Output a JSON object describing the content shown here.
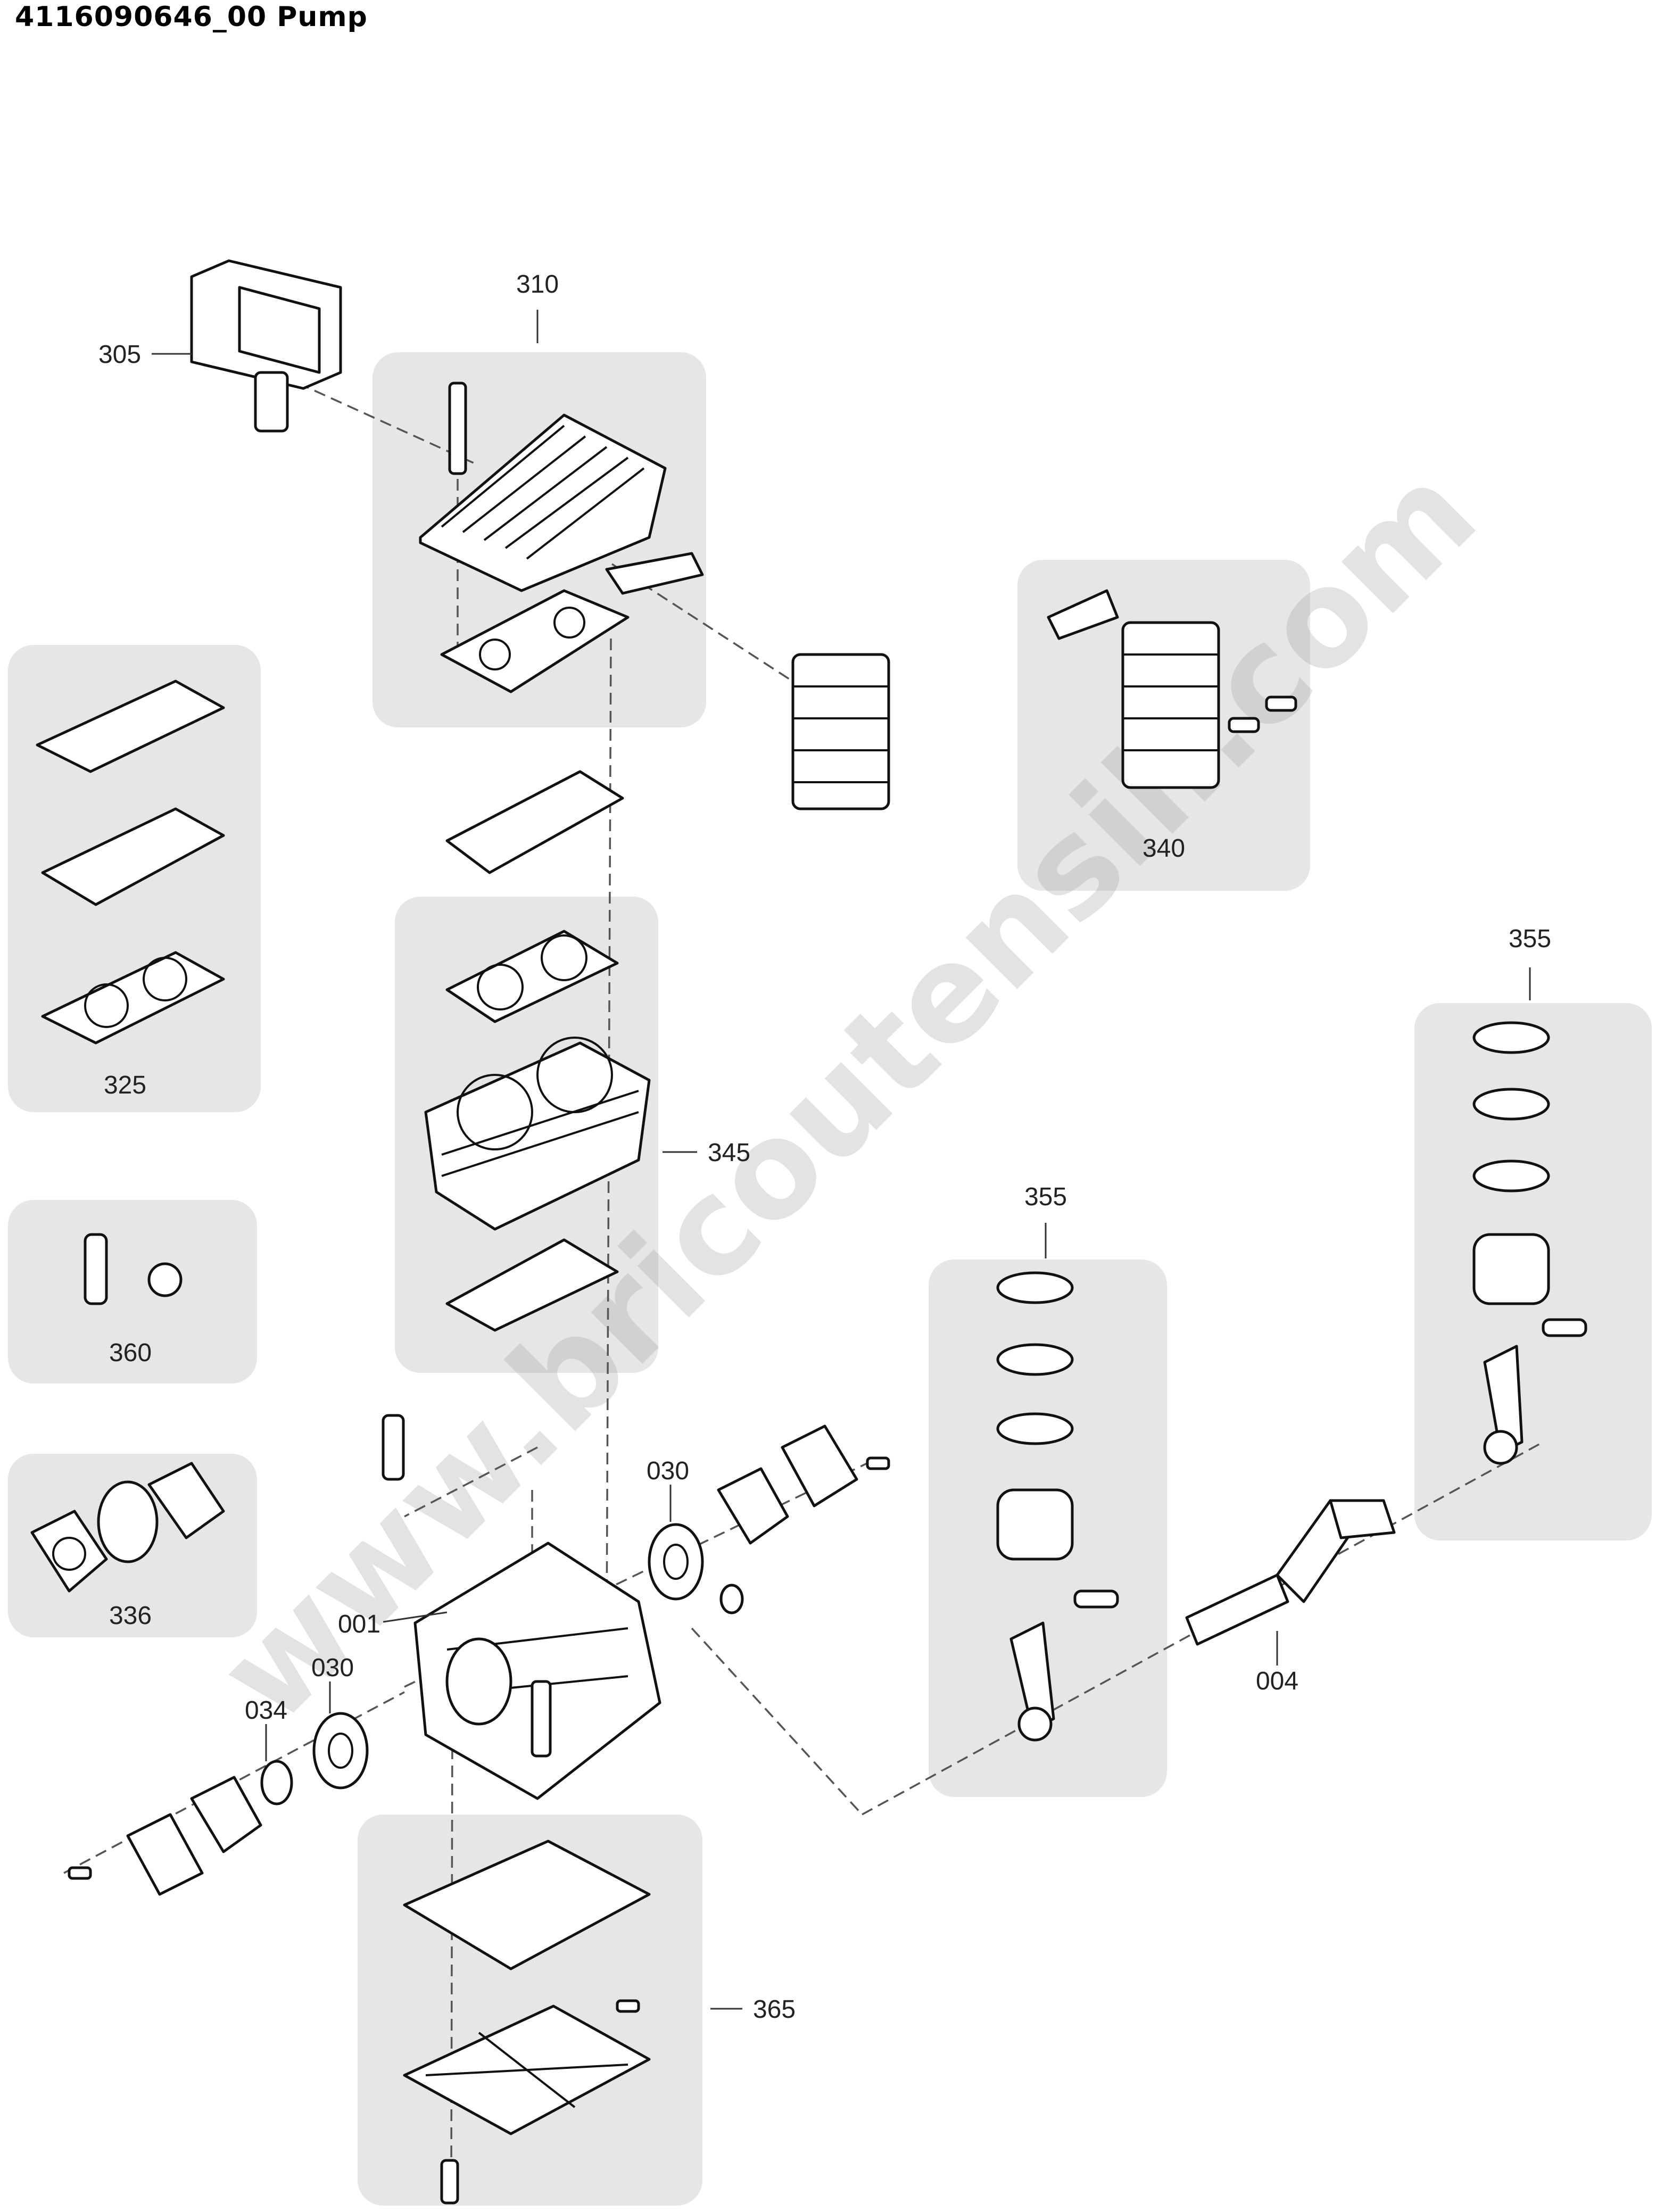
{
  "title": "4116090646_00 Pump",
  "watermark": "www.bricoutensili.com",
  "callouts": {
    "c001": "001",
    "c004": "004",
    "c030a": "030",
    "c030b": "030",
    "c034": "034",
    "c305": "305",
    "c310": "310",
    "c325": "325",
    "c336": "336",
    "c340": "340",
    "c345": "345",
    "c355a": "355",
    "c355b": "355",
    "c360": "360",
    "c365": "365"
  },
  "colors": {
    "panel": "#e6e6e6",
    "line": "#111111",
    "leader": "#333333"
  }
}
